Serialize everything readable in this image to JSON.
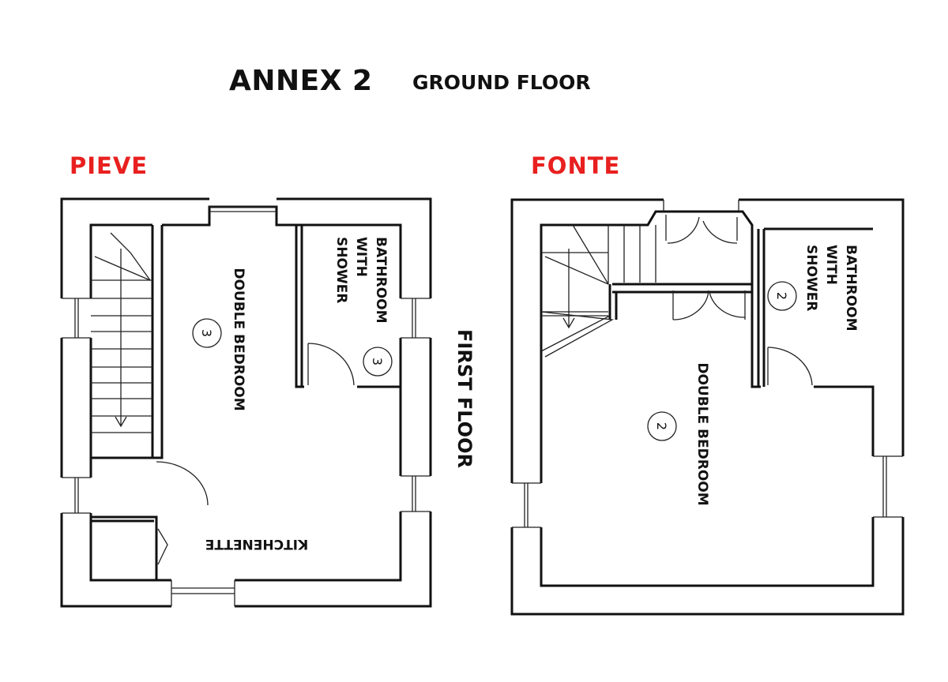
{
  "title": "ANNEX 2",
  "subtitle": "GROUND FLOOR",
  "first_floor_label": "FIRST FLOOR",
  "units": [
    {
      "name": "PIEVE",
      "rooms": {
        "bedroom": "DOUBLE BEDROOM",
        "bedroom_number": "3",
        "bathroom_line1": "BATHROOM",
        "bathroom_line2": "WITH",
        "bathroom_line3": "SHOWER",
        "bathroom_number": "3",
        "kitchenette": "KITCHENETTE"
      }
    },
    {
      "name": "FONTE",
      "rooms": {
        "bedroom": "DOUBLE BEDROOM",
        "bedroom_number": "2",
        "bathroom_line1": "BATHROOM",
        "bathroom_line2": "WITH",
        "bathroom_line3": "SHOWER",
        "bathroom_number": "2"
      }
    }
  ],
  "colors": {
    "unit_label": "#e8201f",
    "lines": "#111111"
  }
}
